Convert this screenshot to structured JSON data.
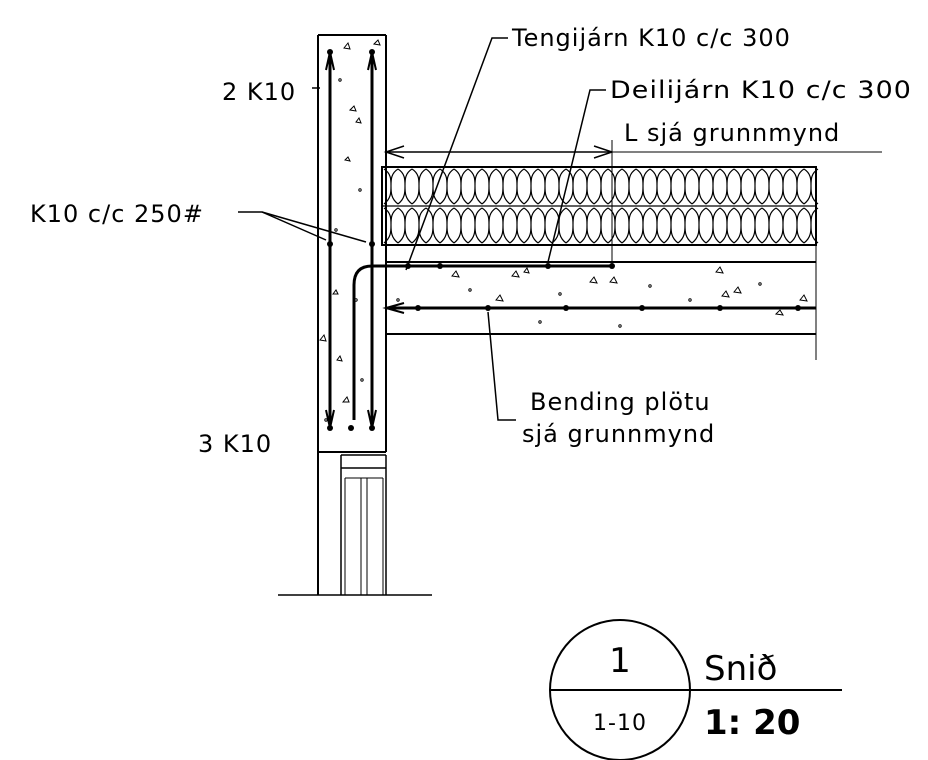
{
  "labels": {
    "top_bars": "2 K10",
    "bottom_bars": "3 K10",
    "stirrups": "K10 c/c 250#",
    "tie_bars": "Tengijárn K10 c/c 300",
    "distribution_bars": "Deilijárn K10 c/c 300",
    "length_note": "L sjá grunnmynd",
    "bending_line1": "Bending plötu",
    "bending_line2": "sjá grunnmynd"
  },
  "title_block": {
    "detail_number": "1",
    "sheet_reference": "1-10",
    "title": "Snið",
    "scale": "1: 20"
  }
}
